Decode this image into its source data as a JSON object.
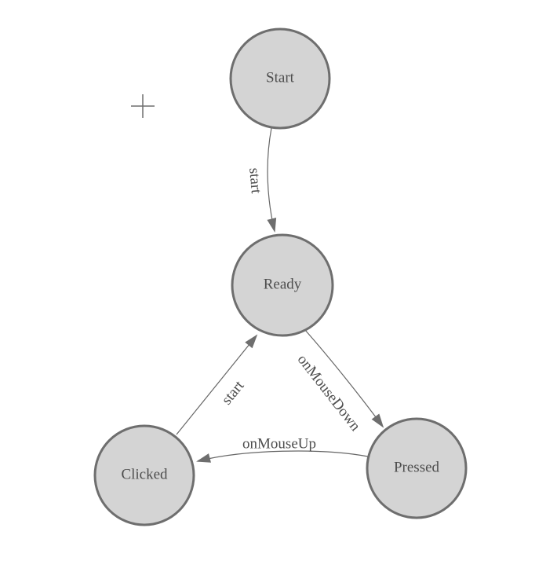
{
  "nodes": {
    "start": {
      "label": "Start"
    },
    "ready": {
      "label": "Ready"
    },
    "clicked": {
      "label": "Clicked"
    },
    "pressed": {
      "label": "Pressed"
    }
  },
  "edges": {
    "start_to_ready": {
      "label": "start",
      "from": "Start",
      "to": "Ready"
    },
    "ready_to_pressed": {
      "label": "onMouseDown",
      "from": "Ready",
      "to": "Pressed"
    },
    "pressed_to_clicked": {
      "label": "onMouseUp",
      "from": "Pressed",
      "to": "Clicked"
    },
    "clicked_to_ready": {
      "label": "start",
      "from": "Clicked",
      "to": "Ready"
    }
  },
  "colors": {
    "background": "#ffffff",
    "node_fill": "#d4d4d4",
    "node_stroke": "#6e6e6e",
    "edge_stroke": "#666666",
    "arrowhead_fill": "#6e6e6e",
    "label_text": "#4d4d4d",
    "cursor_stroke": "#6e6e6e"
  },
  "cursor": {
    "icon": "crosshair-plus"
  }
}
